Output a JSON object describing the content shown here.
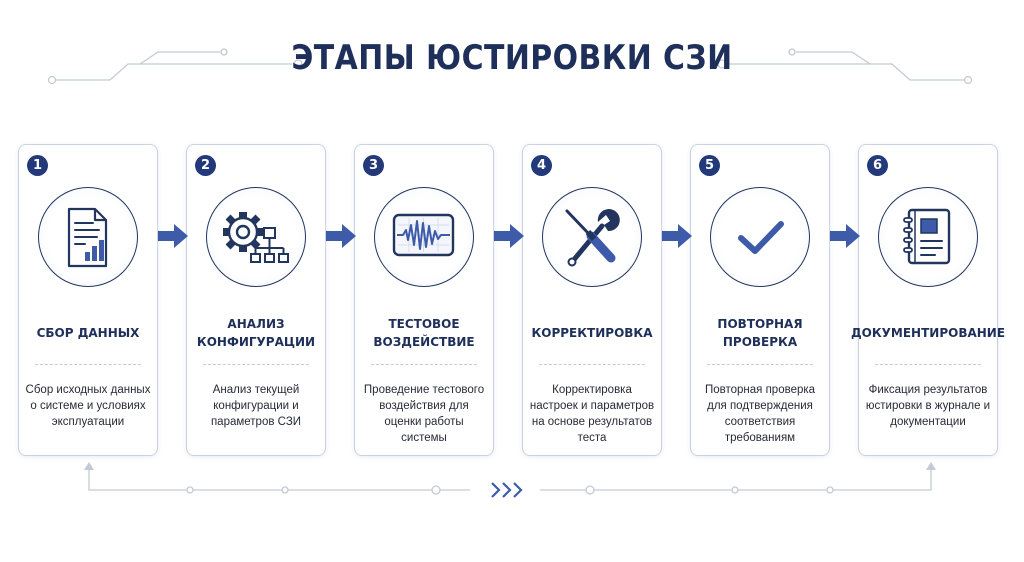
{
  "title": "ЭТАПЫ ЮСТИРОВКИ СЗИ",
  "colors": {
    "accent": "#23397a",
    "icon_dark": "#22355f",
    "icon_blue": "#3d5ba8",
    "border": "#c9d2e6"
  },
  "steps": [
    {
      "number": "1",
      "icon": "document-chart-icon",
      "title": "СБОР ДАННЫХ",
      "description": "Сбор исходных данных о системе и условиях эксплуатации"
    },
    {
      "number": "2",
      "icon": "gear-network-icon",
      "title": "АНАЛИЗ КОНФИГУРАЦИИ",
      "description": "Анализ текущей конфигурации и параметров СЗИ"
    },
    {
      "number": "3",
      "icon": "oscilloscope-icon",
      "title": "ТЕСТОВОЕ ВОЗДЕЙСТВИЕ",
      "description": "Проведение тестового воздействия для оценки работы системы"
    },
    {
      "number": "4",
      "icon": "wrench-screwdriver-icon",
      "title": "КОРРЕКТИРОВКА",
      "description": "Корректировка настроек и параметров на основе результатов теста"
    },
    {
      "number": "5",
      "icon": "checkmark-icon",
      "title": "ПОВТОРНАЯ ПРОВЕРКА",
      "description": "Повторная проверка для подтверждения соответствия требованиям"
    },
    {
      "number": "6",
      "icon": "journal-icon",
      "title": "ДОКУМЕНТИРОВАНИЕ",
      "description": "Фиксация результатов юстировки в журнале и документации"
    }
  ]
}
